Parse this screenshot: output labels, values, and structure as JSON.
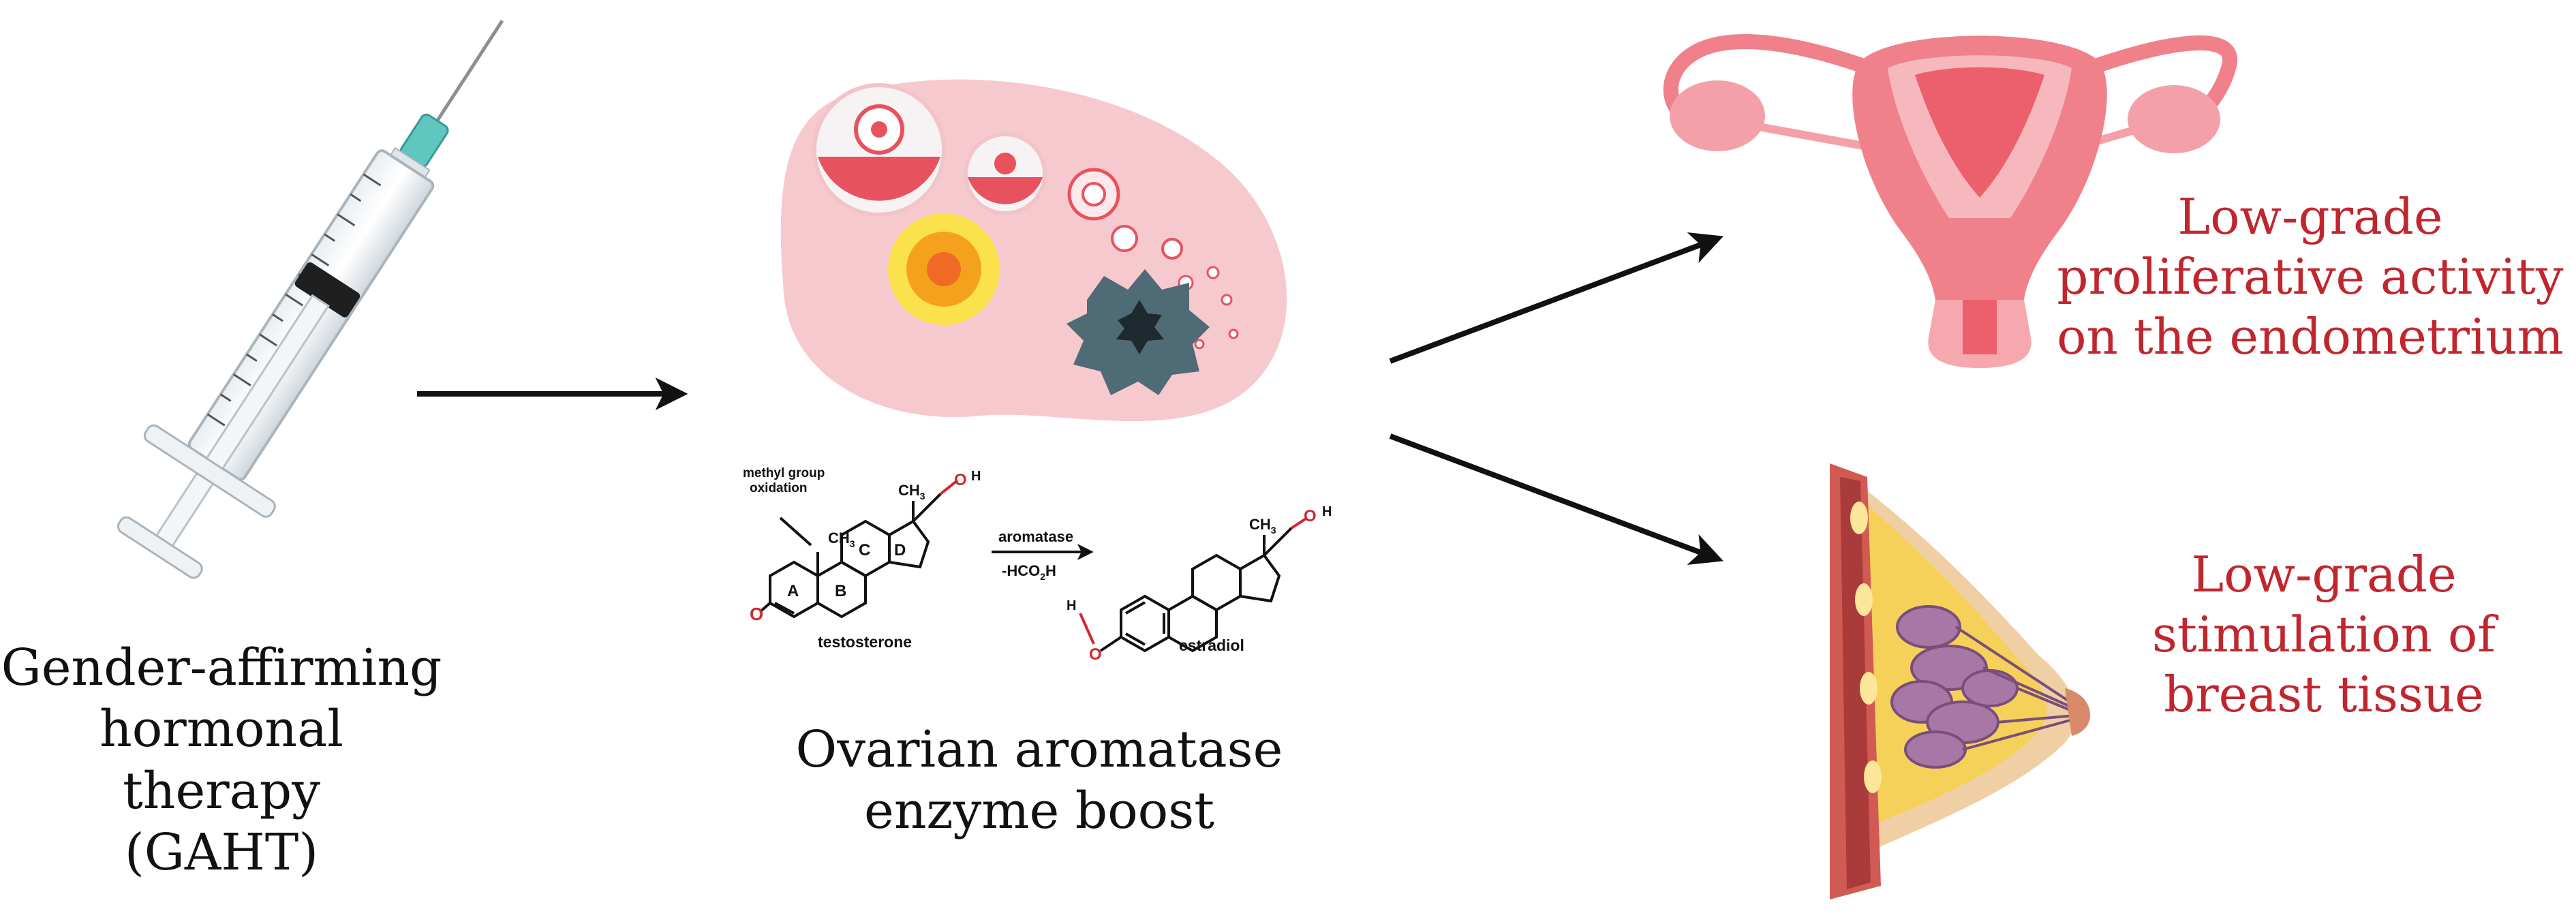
{
  "labels": {
    "gaht": [
      "Gender-affirming",
      "hormonal therapy",
      "(GAHT)"
    ],
    "ovary": [
      "Ovarian aromatase",
      "enzyme boost"
    ],
    "endometrium": [
      "Low-grade",
      "proliferative activity",
      "on the endometrium"
    ],
    "breast": [
      "Low-grade",
      "stimulation of",
      "breast tissue"
    ]
  },
  "reaction": {
    "annotation": [
      "methyl group",
      "oxidation"
    ],
    "ch3": "CH",
    "sub3": "3",
    "oh": "O",
    "h": "H",
    "ring_a": "A",
    "ring_b": "B",
    "ring_c": "C",
    "ring_d": "D",
    "ketone_o": "O",
    "enzyme": "aromatase",
    "byproduct_pre": "-HCO",
    "byproduct_sub": "2",
    "byproduct_post": "H",
    "substrate": "testosterone",
    "product": "estradiol"
  },
  "colors": {
    "text_red": "#c0262e",
    "uterus_pink": "#f0808a",
    "ovary_bg": "#f6c9cf",
    "follicle_red": "#e8525f",
    "corpus_luteum": "#f4a21e",
    "dark_follicle": "#4f6b75",
    "breast_skin": "#f0cfa4",
    "breast_fat": "#f5d15a",
    "breast_gland": "#a778a6"
  }
}
